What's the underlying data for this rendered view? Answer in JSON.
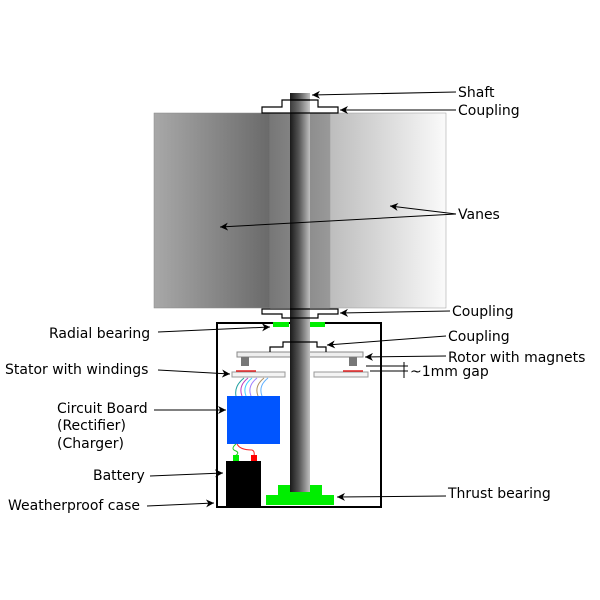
{
  "labels": {
    "shaft": "Shaft",
    "coupling_top": "Coupling",
    "vanes": "Vanes",
    "coupling_lower": "Coupling",
    "radial_bearing": "Radial bearing",
    "coupling_rotor": "Coupling",
    "rotor": "Rotor with magnets",
    "gap": "~1mm gap",
    "stator": "Stator with windings",
    "circuit_board": "Circuit Board",
    "rectifier": "(Rectifier)",
    "charger": "(Charger)",
    "battery": "Battery",
    "thrust_bearing": "Thrust bearing",
    "case": "Weatherproof case"
  },
  "colors": {
    "bearing": "#00ee00",
    "board": "#0055ff",
    "battery": "#000000",
    "wire_red": "#ff0000"
  }
}
